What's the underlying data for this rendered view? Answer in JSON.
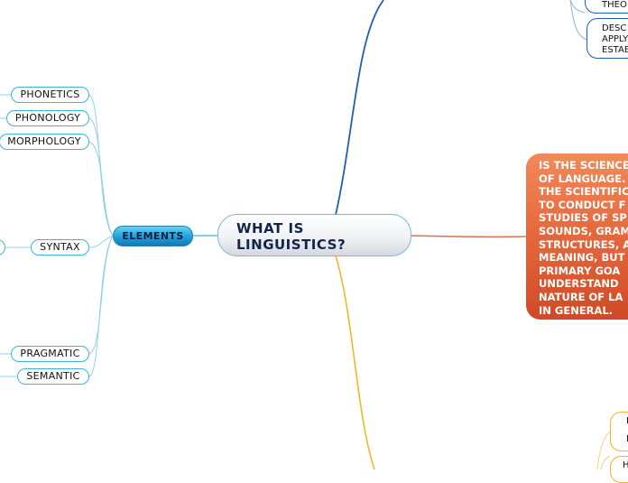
{
  "central_topic": {
    "line1": "WHAT IS",
    "line2": "LINGUISTICS?"
  },
  "elements_hub": {
    "label": "ELEMENTS"
  },
  "elements_children": {
    "phonetics": "PHONETICS",
    "phonology": "PHONOLOGY",
    "morphology": "MORPHOLOGY",
    "syntax": "SYNTAX",
    "pragmatic": "PRAGMATIC",
    "semantic": "SEMANTIC"
  },
  "definition": {
    "lines": [
      "IS THE SCIENCE",
      "OF LANGUAGE.",
      "THE SCIENTIFIC",
      "TO CONDUCT F",
      "STUDIES OF SP",
      "SOUNDS, GRAM",
      "STRUCTURES, A",
      "MEANING, BUT",
      "PRIMARY GOA",
      "UNDERSTAND",
      "NATURE OF LA",
      "IN GENERAL."
    ]
  },
  "top_branch": {
    "node1": "THEO",
    "node2": {
      "line1": "DESC",
      "line2": "APPLY",
      "line3": "ESTAB"
    }
  },
  "bottom_branch": {
    "node1": {
      "line1": "I",
      "line2": "I"
    },
    "node2": "H"
  },
  "colors": {
    "elements_branch": "#3fb4d8",
    "top_branch": "#1d5fb8",
    "definition_branch": "#e07050",
    "bottom_branch": "#f0b82a"
  }
}
